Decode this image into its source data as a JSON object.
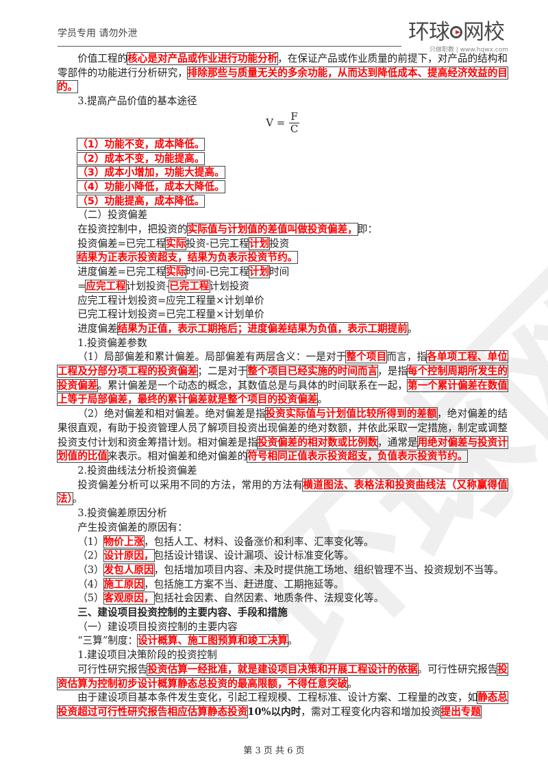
{
  "header": {
    "left_text": "学员专用 请勿外泄",
    "logo_text_1": "环球",
    "logo_text_2": "网校",
    "logo_sub": "只做职教 | www.hqwx.com",
    "watermark": "环球网校"
  },
  "formula": {
    "lhs": "V =",
    "num": "F",
    "den": "C"
  },
  "body": [
    {
      "cls": "ind",
      "segs": [
        {
          "t": "价值工程的"
        },
        {
          "t": "核心是对产品或作业进行功能分析",
          "s": "h"
        },
        {
          "t": "，在保证产品或作业质量的前提下，对产品的结构和零部件的功能进行分析研究，"
        },
        {
          "t": "排除那些与质量无关的多余功能，从而达到降低成本、提高经济效益的目的。",
          "s": "h"
        }
      ]
    },
    {
      "cls": "ind",
      "segs": [
        {
          "t": "3.提高产品价值的基本途径"
        }
      ]
    },
    {
      "cls": "formula",
      "segs": []
    },
    {
      "cls": "ind",
      "segs": [
        {
          "t": "（1）功能不变，成本降低。",
          "s": "h"
        }
      ]
    },
    {
      "cls": "ind",
      "segs": [
        {
          "t": "（2）成本不变，功能提高。",
          "s": "h"
        }
      ]
    },
    {
      "cls": "ind",
      "segs": [
        {
          "t": "（3）成本小增加，功能大提高。",
          "s": "h"
        }
      ]
    },
    {
      "cls": "ind",
      "segs": [
        {
          "t": "（4）功能小降低，成本大降低。",
          "s": "h"
        }
      ]
    },
    {
      "cls": "ind",
      "segs": [
        {
          "t": "（5）功能提高，成本降低。",
          "s": "h"
        }
      ]
    },
    {
      "cls": "ind",
      "segs": [
        {
          "t": "（二）投资偏差"
        }
      ]
    },
    {
      "cls": "ind",
      "segs": [
        {
          "t": "在投资控制中，把投资的"
        },
        {
          "t": "实际值与计划值的差值叫做投资偏差，",
          "s": "h"
        },
        {
          "t": "即："
        }
      ]
    },
    {
      "cls": "ind",
      "segs": [
        {
          "t": "投资偏差=已完工程"
        },
        {
          "t": "实际",
          "s": "h"
        },
        {
          "t": "投资-已完工程"
        },
        {
          "t": "计划",
          "s": "h"
        },
        {
          "t": "投资"
        }
      ]
    },
    {
      "cls": "ind",
      "segs": [
        {
          "t": "结果为正表示投资超支，结果为负表示投资节约。",
          "s": "h"
        }
      ]
    },
    {
      "cls": "ind",
      "segs": [
        {
          "t": "进度偏差=已完工程"
        },
        {
          "t": "实际",
          "s": "h"
        },
        {
          "t": "时间-已完工程"
        },
        {
          "t": "计划",
          "s": "h"
        },
        {
          "t": "时间"
        }
      ]
    },
    {
      "cls": "ind",
      "segs": [
        {
          "t": "="
        },
        {
          "t": "应完工程",
          "s": "h"
        },
        {
          "t": "计划投资-"
        },
        {
          "t": "已完工程",
          "s": "h"
        },
        {
          "t": "计划投资"
        }
      ]
    },
    {
      "cls": "ind",
      "segs": [
        {
          "t": "应完工程计划投资=应完工程量×计划单价"
        }
      ]
    },
    {
      "cls": "ind",
      "segs": [
        {
          "t": "已完工程计划投资=已完工程量×计划单价"
        }
      ]
    },
    {
      "cls": "ind",
      "segs": [
        {
          "t": "进度偏差"
        },
        {
          "t": "结果为正值，表示工期拖后；进度偏差结果为负值，表示工期提前",
          "s": "h"
        },
        {
          "t": "。"
        }
      ]
    },
    {
      "cls": "ind",
      "segs": [
        {
          "t": "1.投资偏差参数"
        }
      ]
    },
    {
      "cls": "ind",
      "segs": [
        {
          "t": "（1）局部偏差和累计偏差。局部偏差有两层含义：一是对于"
        },
        {
          "t": "整个项目",
          "s": "h"
        },
        {
          "t": "而言，指"
        },
        {
          "t": "各单项工程、单位工程及分部分项工程的投资偏差",
          "s": "h"
        },
        {
          "t": "；二是对于"
        },
        {
          "t": "整个项目已经实施的时间而言",
          "s": "h"
        },
        {
          "t": "，是指"
        },
        {
          "t": "每个控制周期所发生的投资偏差",
          "s": "h"
        },
        {
          "t": "。累计偏差是一个动态的概念，其数值总是与具体的时间联系在一起，"
        },
        {
          "t": "第一个累计偏差在数值上等于局部偏差，最终的累计偏差就是整个项目的投资偏差",
          "s": "h"
        },
        {
          "t": "。"
        }
      ]
    },
    {
      "cls": "ind",
      "segs": [
        {
          "t": "（2）绝对偏差和相对偏差。绝对偏差是指"
        },
        {
          "t": "投资实际值与计划值比较所得到的差额",
          "s": "h"
        },
        {
          "t": "，绝对偏差的结果很直观，有助于投资管理人员了解项目投资出现偏差的绝对数额，并依此采取一定措施，制定或调整投资支付计划和资金筹措计划。相对偏差是指"
        },
        {
          "t": "投资偏差的相对数或比例数",
          "s": "h"
        },
        {
          "t": "，通常是"
        },
        {
          "t": "用绝对偏差与投资计划值的比值",
          "s": "h"
        },
        {
          "t": "来表示。相对偏差和绝对偏差的"
        },
        {
          "t": "符号相同正值表示投资超支，负值表示投资节约。",
          "s": "h"
        }
      ]
    },
    {
      "cls": "ind",
      "segs": [
        {
          "t": "2.投资曲线法分析投资偏差"
        }
      ]
    },
    {
      "cls": "ind",
      "segs": [
        {
          "t": "投资偏差分析可以采用不同的方法，常用的方法有"
        },
        {
          "t": "横道图法、表格法和投资曲线法（又称赢得值法）",
          "s": "h"
        },
        {
          "t": "。"
        }
      ]
    },
    {
      "cls": "ind",
      "segs": [
        {
          "t": "3.投资偏差原因分析"
        }
      ]
    },
    {
      "cls": "ind",
      "segs": [
        {
          "t": "产生投资偏差的原因有："
        }
      ]
    },
    {
      "cls": "ind",
      "segs": [
        {
          "t": "（1）"
        },
        {
          "t": "物价上涨",
          "s": "h"
        },
        {
          "t": "，包括人工、材料、设备涨价和利率、汇率变化等。"
        }
      ]
    },
    {
      "cls": "ind",
      "segs": [
        {
          "t": "（2）"
        },
        {
          "t": "设计原因，",
          "s": "h"
        },
        {
          "t": "包括设计错误、设计漏项、设计标准变化等。"
        }
      ]
    },
    {
      "cls": "ind",
      "segs": [
        {
          "t": "（3）"
        },
        {
          "t": "发包人原因",
          "s": "h"
        },
        {
          "t": "，包括增加项目内容、未及时提供施工场地、组织管理不当、投资规划不当等。"
        }
      ]
    },
    {
      "cls": "ind",
      "segs": [
        {
          "t": "（4）"
        },
        {
          "t": "施工原因",
          "s": "h"
        },
        {
          "t": "，包括施工方案不当、赶进度、工期拖延等。"
        }
      ]
    },
    {
      "cls": "ind",
      "segs": [
        {
          "t": "（5）"
        },
        {
          "t": "客观原因，",
          "s": "h"
        },
        {
          "t": "包括社会因素、自然因素、地质条件、法规变化等。"
        }
      ]
    },
    {
      "cls": "ind heading",
      "segs": [
        {
          "t": "三、建设项目投资控制的主要内容、手段和措施"
        }
      ]
    },
    {
      "cls": "ind",
      "segs": [
        {
          "t": "（一）建设项目投资控制的主要内容"
        }
      ]
    },
    {
      "cls": "ind",
      "segs": [
        {
          "t": "“三算”制度："
        },
        {
          "t": "设计概算、施工图预算和竣工决算",
          "s": "h"
        },
        {
          "t": "。"
        }
      ]
    },
    {
      "cls": "ind",
      "segs": [
        {
          "t": "1.建设项目决策阶段的投资控制"
        }
      ]
    },
    {
      "cls": "ind",
      "segs": [
        {
          "t": "可行性研究报告"
        },
        {
          "t": "投资估算一经批准，就是建设项目决策和开展工程设计的依据",
          "s": "h"
        },
        {
          "t": "。可行性研究报告"
        },
        {
          "t": "投资估算为控制初步设计概算静态总投资的最高限额，不得任意突破",
          "s": "h"
        },
        {
          "t": "。"
        }
      ]
    },
    {
      "cls": "ind",
      "segs": [
        {
          "t": "由于建设项目基本条件发生变化，引起工程规模、工程标准、设计方案、工程量的改变，如"
        },
        {
          "t": "静态总投资超过可行性研究报告相应估算静态投资",
          "s": "h"
        },
        {
          "t": "10%以内时",
          "s": "b"
        },
        {
          "t": "，需对工程变化内容和增加投资"
        },
        {
          "t": "提出专题",
          "s": "h"
        }
      ]
    }
  ],
  "footer": {
    "page_text": "第 3 页 共 6 页"
  },
  "colors": {
    "highlight": "#ff0000",
    "box": "#444444"
  }
}
